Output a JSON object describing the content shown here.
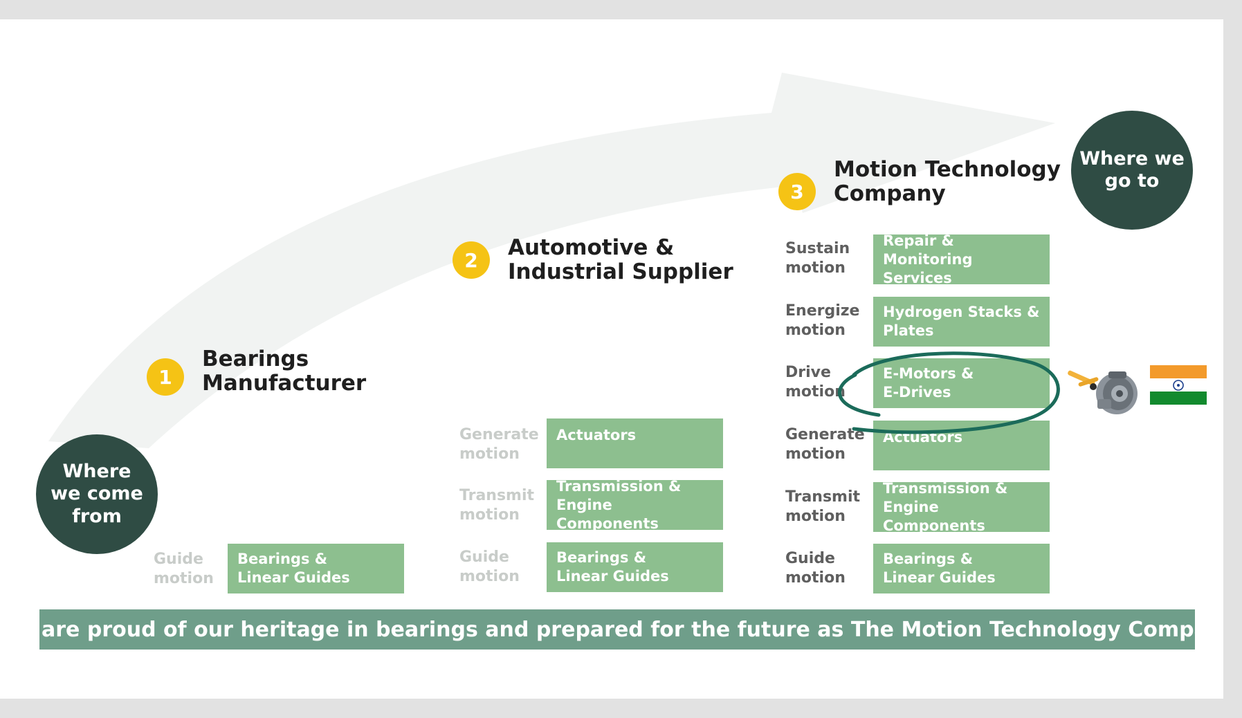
{
  "start_circle": "Where\nwe come\nfrom",
  "end_circle": "Where we\ngo to",
  "stages": [
    {
      "number": "1",
      "title": "Bearings\nManufacturer",
      "rows": [
        {
          "motion": "Guide\nmotion",
          "product": "Bearings &\nLinear Guides"
        }
      ]
    },
    {
      "number": "2",
      "title": "Automotive &\nIndustrial Supplier",
      "rows": [
        {
          "motion": "Generate\nmotion",
          "product": "Actuators"
        },
        {
          "motion": "Transmit\nmotion",
          "product": "Transmission &\nEngine Components"
        },
        {
          "motion": "Guide\nmotion",
          "product": "Bearings &\nLinear Guides"
        }
      ]
    },
    {
      "number": "3",
      "title": "Motion Technology\nCompany",
      "rows": [
        {
          "motion": "Sustain\nmotion",
          "product": "Repair &  Monitoring\nServices"
        },
        {
          "motion": "Energize\nmotion",
          "product": "Hydrogen Stacks &\nPlates"
        },
        {
          "motion": "Drive\nmotion",
          "product": "E-Motors &\nE-Drives"
        },
        {
          "motion": "Generate\nmotion",
          "product": "Actuators"
        },
        {
          "motion": "Transmit\nmotion",
          "product": "Transmission &\nEngine Components"
        },
        {
          "motion": "Guide\nmotion",
          "product": "Bearings &\nLinear Guides"
        }
      ]
    }
  ],
  "highlighted_product": "E-Motors & E-Drives",
  "icons": [
    "e-motor-icon",
    "india-flag-icon"
  ],
  "banner": "We are proud of our heritage in bearings and prepared for the future as The Motion Technology Company",
  "colors": {
    "circle": "#2f4c44",
    "badge": "#f5c315",
    "product_box": "#8dbf8f",
    "banner": "#6f9e8a",
    "highlight_ring": "#1b6b5a",
    "arrow": "#f1f3f2"
  }
}
